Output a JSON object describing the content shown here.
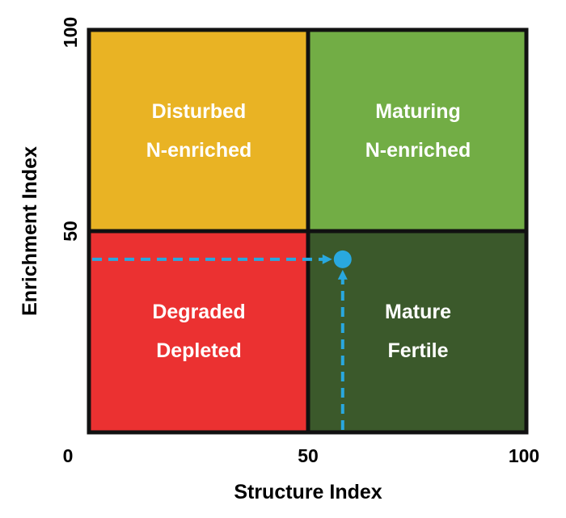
{
  "quadrants": {
    "top_left": {
      "line1": "Disturbed",
      "line2": "N-enriched",
      "color": "#E9B324"
    },
    "top_right": {
      "line1": "Maturing",
      "line2": "N-enriched",
      "color": "#72AD45"
    },
    "bottom_left": {
      "line1": "Degraded",
      "line2": "Depleted",
      "color": "#EB3131"
    },
    "bottom_right": {
      "line1": "Mature",
      "line2": "Fertile",
      "color": "#3B592B"
    }
  },
  "axes": {
    "x_title": "Structure  Index",
    "y_title": "Enrichment  Index",
    "x_ticks": [
      "0",
      "50",
      "100"
    ],
    "y_ticks": [
      "50",
      "100"
    ]
  },
  "marker": {
    "structure_index": 58,
    "enrichment_index": 43,
    "color": "#29A8DF"
  },
  "border_color": "#111111"
}
